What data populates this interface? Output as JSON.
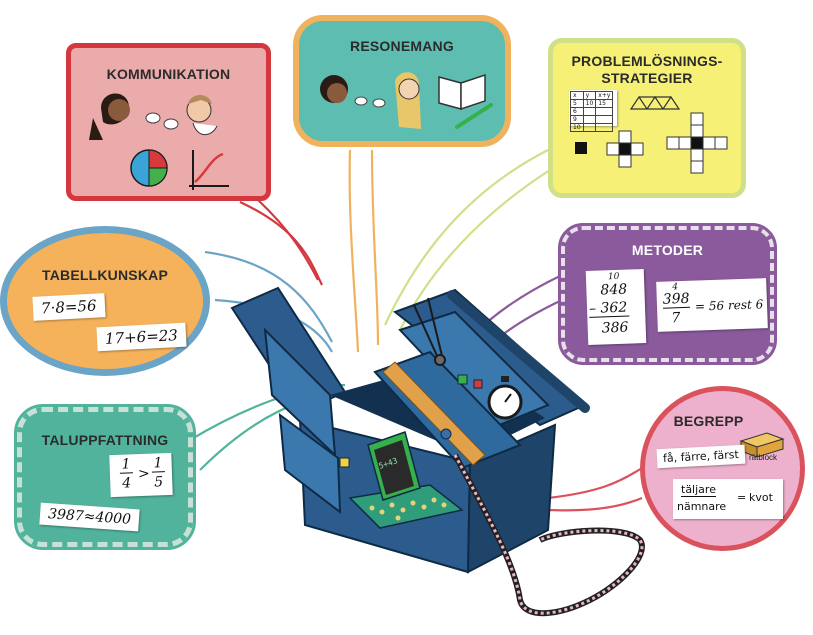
{
  "bubbles": {
    "kommunikation": {
      "title": "KOMMUNIKATION",
      "fill": "#ecabab",
      "border": "#d4383e"
    },
    "resonemang": {
      "title": "RESONEMANG",
      "fill": "#5ebdb1",
      "border": "#f0b25d"
    },
    "problemlosning": {
      "title": "PROBLEMLÖSNINGS-",
      "title2": "STRATEGIER",
      "fill": "#f6f176",
      "border": "#cfe089"
    },
    "tabellkunskap": {
      "title": "TABELLKUNSKAP",
      "fill": "#f6b25a",
      "border": "#6aa4c6"
    },
    "metoder": {
      "title": "METODER",
      "fill": "#8a5a9c",
      "border": "#e6e0e8"
    },
    "taluppfattning": {
      "title": "TALUPPFATTNING",
      "fill": "#52b39d",
      "border": "#c8e1d7"
    },
    "begrepp": {
      "title": "BEGREPP",
      "fill": "#eeb1cd",
      "border": "#d9525c"
    }
  },
  "tabellkunskap": {
    "card1": "7·8=56",
    "card2": "17+6=23"
  },
  "problemlosning": {
    "table_headers": [
      "x",
      "y",
      "x+y"
    ],
    "table_rows": [
      [
        "5",
        "10",
        "15"
      ],
      [
        "6",
        "",
        ""
      ],
      [
        "9",
        "",
        ""
      ],
      [
        "10",
        "",
        ""
      ]
    ]
  },
  "metoder": {
    "carry1": "10",
    "top": "848",
    "minus": "– 362",
    "result": "386",
    "carry2": "4",
    "num": "398",
    "den": "7",
    "eq": "= 56 rest 6"
  },
  "taluppfattning": {
    "lhs_num": "1",
    "lhs_den": "4",
    "op": ">",
    "rhs_num": "1",
    "rhs_den": "5",
    "approx": "3987≈4000"
  },
  "begrepp": {
    "card1": "få, färre, färst",
    "block_label": "rätblock",
    "frac_num": "täljare",
    "frac_den": "nämnare",
    "frac_eq": "=",
    "frac_res": "kvot"
  },
  "toolbox": {
    "calculator_display": "5+43"
  },
  "colors": {
    "toolbox": "#2b5c8d",
    "toolbox_dark": "#1e4569",
    "toolbox_light": "#3b78ae",
    "ruler": "#e1a04a",
    "cable": "#e9b6c8"
  }
}
